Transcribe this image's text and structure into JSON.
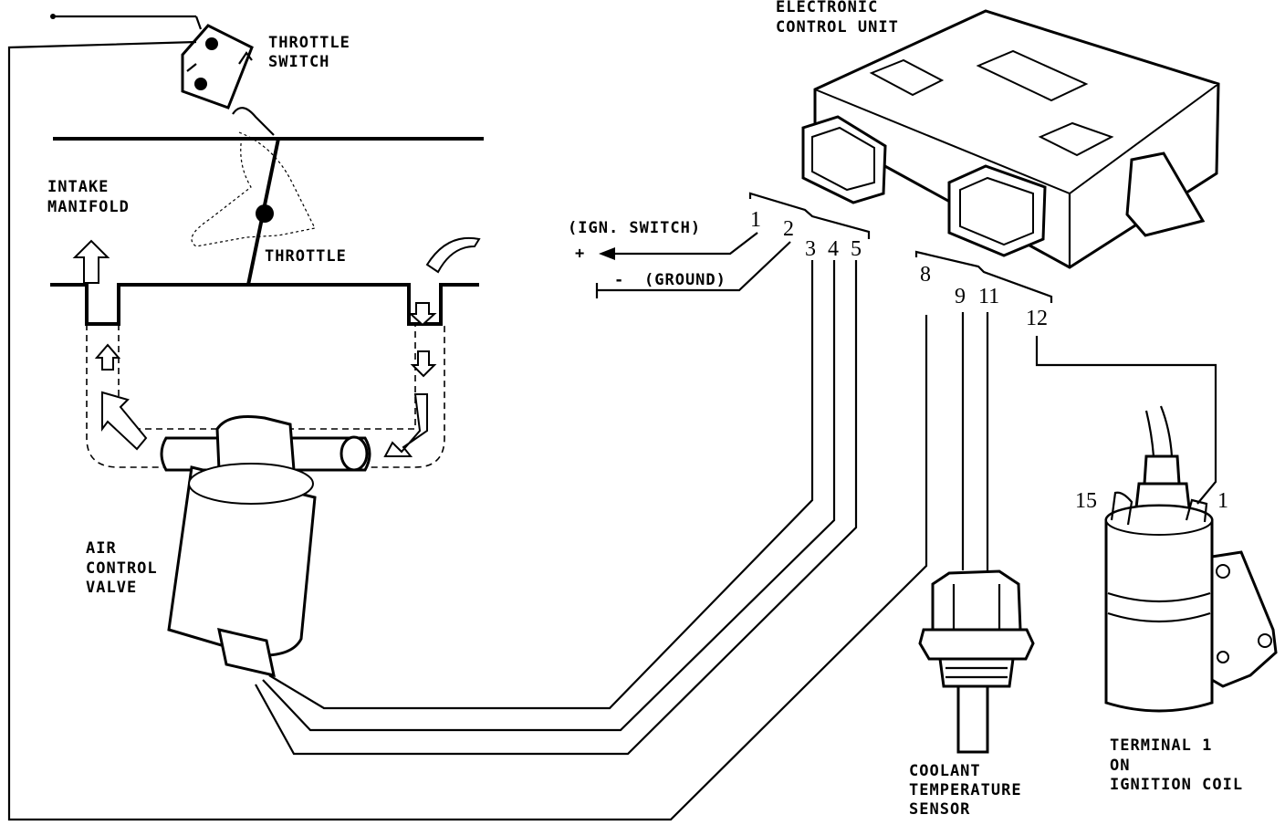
{
  "labels": {
    "throttle_switch": [
      "THROTTLE",
      "SWITCH"
    ],
    "intake_manifold": [
      "INTAKE",
      "MANIFOLD"
    ],
    "throttle": "THROTTLE",
    "air_control_valve": [
      "AIR",
      "CONTROL",
      "VALVE"
    ],
    "ecu": [
      "ELECTRONIC",
      "CONTROL UNIT"
    ],
    "ign_switch": "(IGN. SWITCH)",
    "ground": "(GROUND)",
    "plus": "+",
    "minus": "-",
    "coolant_sensor": [
      "COOLANT",
      "TEMPERATURE",
      "SENSOR"
    ],
    "ignition_coil": [
      "TERMINAL 1",
      "ON",
      "IGNITION COIL"
    ]
  },
  "terminals": {
    "t1": "1",
    "t2": "2",
    "t3": "3",
    "t4": "4",
    "t5": "5",
    "t8": "8",
    "t9": "9",
    "t11": "11",
    "t12": "12"
  },
  "coil_terminals": {
    "left": "15",
    "right": "1"
  }
}
